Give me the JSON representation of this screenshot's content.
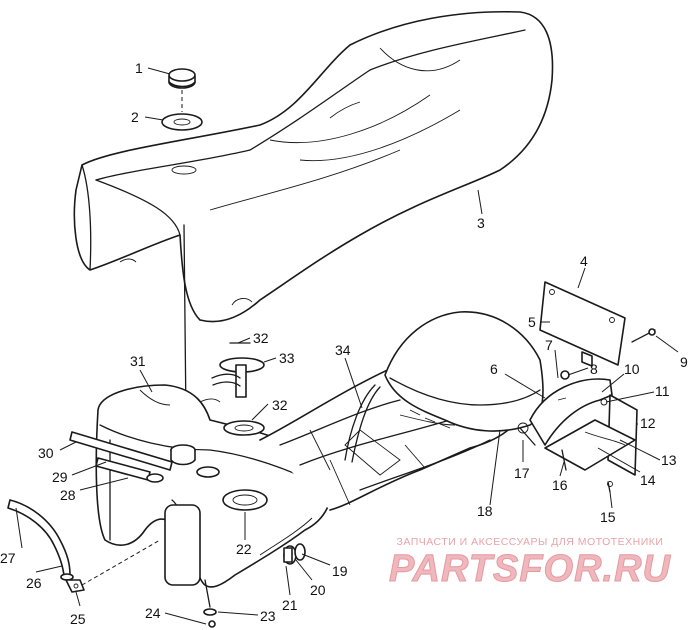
{
  "callouts": [
    "1",
    "2",
    "3",
    "4",
    "5",
    "6",
    "7",
    "8",
    "9",
    "10",
    "11",
    "12",
    "13",
    "14",
    "15",
    "16",
    "17",
    "18",
    "19",
    "20",
    "21",
    "22",
    "23",
    "24",
    "25",
    "26",
    "27",
    "28",
    "29",
    "30",
    "31",
    "32",
    "32",
    "33",
    "34"
  ],
  "watermark": {
    "tagline": "ЗАПЧАСТИ И АКСЕССУАРЫ ДЛЯ МОТОТЕХНИКИ",
    "brand": "PARTSFOR.RU"
  }
}
